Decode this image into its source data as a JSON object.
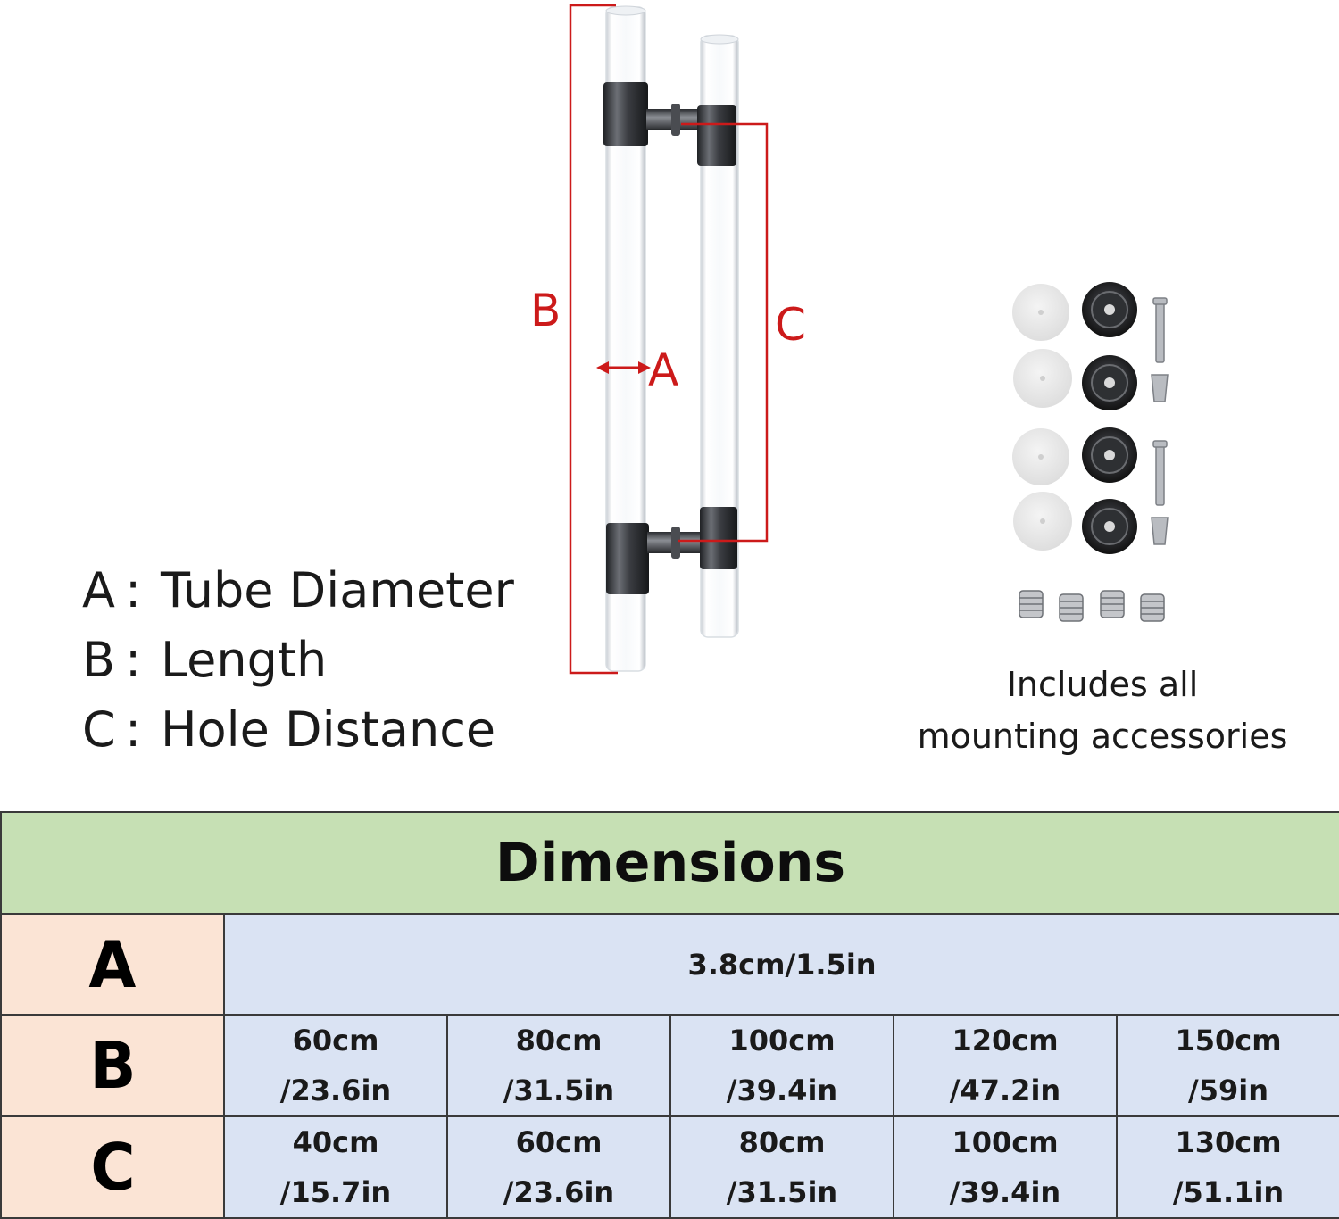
{
  "figure": {
    "dimension_labels": {
      "a": "A",
      "b": "B",
      "c": "C"
    },
    "colors": {
      "dimension_line": "#cc1a1a",
      "hardware": "#3b3d42",
      "tube_glow": "#e8edf2"
    }
  },
  "legend": [
    {
      "letter": "A",
      "colon": ":",
      "text": "Tube Diameter"
    },
    {
      "letter": "B",
      "colon": ":",
      "text": "Length"
    },
    {
      "letter": "C",
      "colon": ":",
      "text": "Hole Distance"
    }
  ],
  "accessories": {
    "caption_line1": "Includes all",
    "caption_line2": "mounting accessories",
    "icons": [
      "washer-icon",
      "rosette-icon",
      "bolt-icon",
      "screw-icon"
    ]
  },
  "table": {
    "title": "Dimensions",
    "rows": [
      {
        "label": "A",
        "values": [
          [
            "3.8cm/1.5in"
          ]
        ]
      },
      {
        "label": "B",
        "values": [
          [
            "60cm",
            "/23.6in"
          ],
          [
            "80cm",
            "/31.5in"
          ],
          [
            "100cm",
            "/39.4in"
          ],
          [
            "120cm",
            "/47.2in"
          ],
          [
            "150cm",
            "/59in"
          ]
        ]
      },
      {
        "label": "C",
        "values": [
          [
            "40cm",
            "/15.7in"
          ],
          [
            "60cm",
            "/23.6in"
          ],
          [
            "80cm",
            "/31.5in"
          ],
          [
            "100cm",
            "/39.4in"
          ],
          [
            "130cm",
            "/51.1in"
          ]
        ]
      }
    ],
    "colors": {
      "title_bg": "#c6e0b4",
      "label_bg": "#fbe4d5",
      "cell_bg": "#dae3f3"
    }
  }
}
